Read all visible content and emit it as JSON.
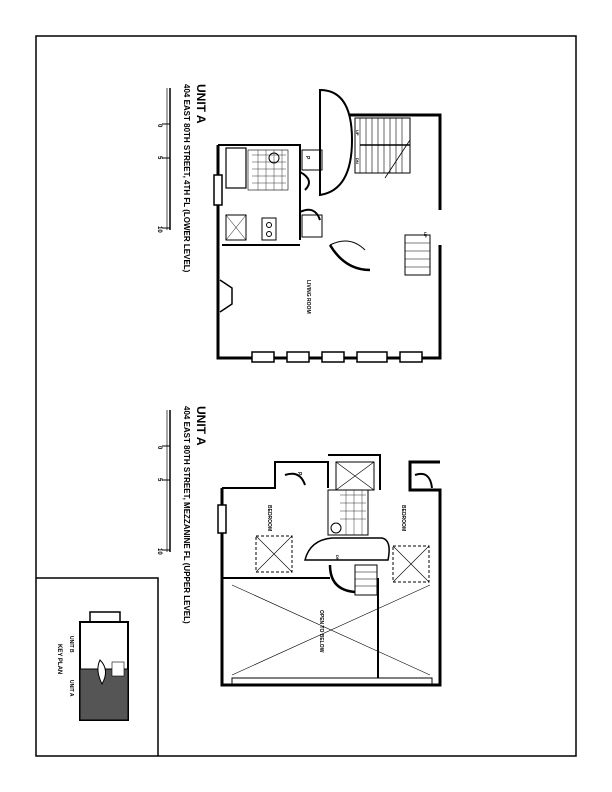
{
  "lower_plan": {
    "unit": "UNIT A",
    "address": "404 EAST 80TH STREET, 4TH FL (LOWER LEVEL)",
    "scale": [
      "0",
      "5",
      "10"
    ],
    "room_label": "LIVING ROOM",
    "closet_label": "P",
    "stair_labels": [
      "UP",
      "DN",
      "UP"
    ]
  },
  "upper_plan": {
    "unit": "UNIT A",
    "address": "404 EAST 80TH STREET, MEZZANINE FL (UPPER LEVEL)",
    "scale": [
      "0",
      "5",
      "10"
    ],
    "room_labels": [
      "BEDROOM",
      "BEDROOM",
      "OPEN TO BELOW"
    ],
    "closet_label": "P",
    "stair_label": "DN"
  },
  "key_plan": {
    "title": "KEY PLAN",
    "unit_b": "UNIT B",
    "unit_a": "UNIT A",
    "unit_a_fill": "#555555"
  }
}
